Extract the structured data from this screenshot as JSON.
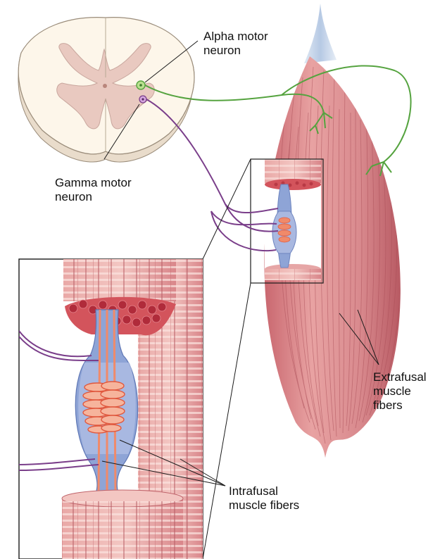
{
  "labels": {
    "alpha_motor_neuron": [
      "Alpha motor",
      "neuron"
    ],
    "gamma_motor_neuron": [
      "Gamma motor",
      "neuron"
    ],
    "extrafusal_muscle_fibers": [
      "Extrafusal",
      "muscle",
      "fibers"
    ],
    "intrafusal_muscle_fibers": [
      "Intrafusal",
      "muscle fibers"
    ]
  },
  "colors": {
    "white_matter": "#fdf6ea",
    "gray_matter": "#e9c9c0",
    "muscle": "#d98a8e",
    "tendon": "#c7d7ea",
    "spindle_capsule": "#8ea4d6",
    "intrafusal": "#f08a6a",
    "alpha_nerve": "#55a33f",
    "gamma_nerve": "#7a3e8a"
  }
}
